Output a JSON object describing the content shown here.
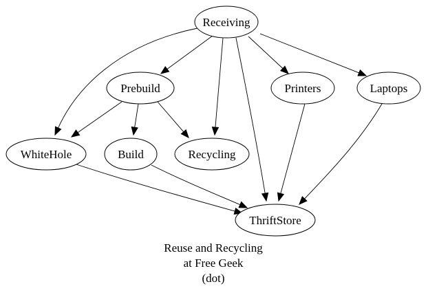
{
  "diagram": {
    "type": "directed-graph",
    "layout_engine": "dot",
    "caption": [
      "Reuse and Recycling",
      "at Free Geek",
      "(dot)"
    ],
    "nodes": [
      {
        "id": "Receiving",
        "label": "Receiving"
      },
      {
        "id": "Prebuild",
        "label": "Prebuild"
      },
      {
        "id": "Printers",
        "label": "Printers"
      },
      {
        "id": "Laptops",
        "label": "Laptops"
      },
      {
        "id": "WhiteHole",
        "label": "WhiteHole"
      },
      {
        "id": "Build",
        "label": "Build"
      },
      {
        "id": "Recycling",
        "label": "Recycling"
      },
      {
        "id": "ThriftStore",
        "label": "ThriftStore"
      }
    ],
    "edges": [
      {
        "from": "Receiving",
        "to": "WhiteHole"
      },
      {
        "from": "Receiving",
        "to": "Prebuild"
      },
      {
        "from": "Receiving",
        "to": "Recycling"
      },
      {
        "from": "Receiving",
        "to": "ThriftStore"
      },
      {
        "from": "Receiving",
        "to": "Printers"
      },
      {
        "from": "Receiving",
        "to": "Laptops"
      },
      {
        "from": "Prebuild",
        "to": "WhiteHole"
      },
      {
        "from": "Prebuild",
        "to": "Build"
      },
      {
        "from": "Prebuild",
        "to": "Recycling"
      },
      {
        "from": "Printers",
        "to": "ThriftStore"
      },
      {
        "from": "Laptops",
        "to": "ThriftStore"
      },
      {
        "from": "WhiteHole",
        "to": "ThriftStore"
      },
      {
        "from": "Build",
        "to": "ThriftStore"
      }
    ]
  }
}
